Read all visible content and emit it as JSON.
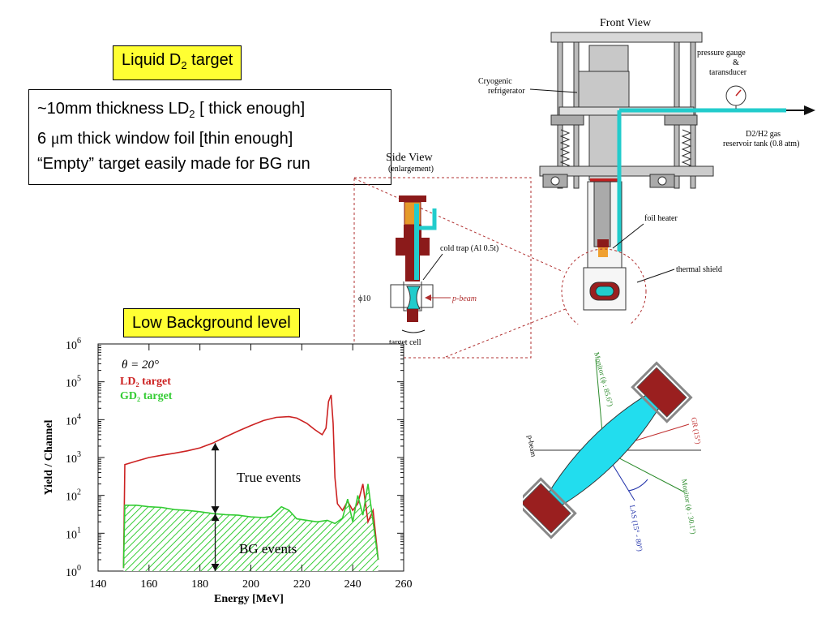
{
  "boxes": {
    "liquid_target": {
      "text": "Liquid D",
      "sub": "2",
      "tail": " target"
    },
    "low_bg": "Low Background level"
  },
  "notes": {
    "line1": {
      "pre": "~10mm thickness LD",
      "sub": "2",
      "post": " [ thick enough]"
    },
    "line2": {
      "pre": "6 ",
      "mu": "μ",
      "post": "m thick window foil  [thin enough]"
    },
    "line3": "“Empty” target easily made for BG run"
  },
  "front_view": {
    "title": "Front View",
    "labels": {
      "cryogenic": "Cryogenic",
      "refrigerator": "refrigerator",
      "pressure_gauge": "pressure gauge",
      "amp": "&",
      "transducer": "taransducer",
      "gas": "D2/H2 gas",
      "reservoir": "reservoir tank (0.8 atm)",
      "foil_heater": "foil heater",
      "thermal_shield": "thermal shield"
    }
  },
  "side_view": {
    "title": "Side View",
    "subtitle": "(enlargement)",
    "cold_trap": "cold trap (Al 0.5t)",
    "phi10": "ϕ10",
    "pbeam": "p-beam",
    "target_cell": "target cell"
  },
  "geometry_labels": {
    "monitor_top": "Monitor (ϕ : 85.6°)",
    "gr": "GR (15°)",
    "pbeam": "p-beam",
    "las": "LAS (15° - 80°)",
    "monitor_right": "Monitor (ϕ : 30.1°)"
  },
  "chart_data": {
    "type": "line",
    "scale_y": "log",
    "xlabel": "Energy [MeV]",
    "ylabel": "Yield / Channel",
    "xlim": [
      140,
      260
    ],
    "ylim": [
      1,
      1000000
    ],
    "x_ticks": [
      "140",
      "160",
      "180",
      "200",
      "220",
      "240",
      "260"
    ],
    "y_ticks": [
      {
        "base": "10",
        "exp": "0"
      },
      {
        "base": "10",
        "exp": "1"
      },
      {
        "base": "10",
        "exp": "2"
      },
      {
        "base": "10",
        "exp": "3"
      },
      {
        "base": "10",
        "exp": "4"
      },
      {
        "base": "10",
        "exp": "5"
      },
      {
        "base": "10",
        "exp": "6"
      }
    ],
    "annotation_theta": "θ = 20°",
    "series": [
      {
        "name": "LD₂ target",
        "color": "#cc2222",
        "x": [
          150,
          150.5,
          155,
          160,
          165,
          170,
          175,
          180,
          185,
          190,
          195,
          200,
          205,
          210,
          215,
          218,
          222,
          225,
          228,
          229.5,
          230.5,
          231.5,
          232.3,
          233,
          234,
          236,
          238,
          240,
          242,
          244,
          246,
          248,
          250
        ],
        "y": [
          1.2,
          650,
          800,
          1000,
          1150,
          1300,
          1500,
          1800,
          2400,
          3500,
          5000,
          7000,
          9500,
          11500,
          12000,
          11000,
          8000,
          5500,
          4000,
          6000,
          30000,
          45000,
          8000,
          300,
          60,
          40,
          70,
          40,
          60,
          200,
          20,
          40,
          2
        ]
      },
      {
        "name": "GD₂ target",
        "color": "#33cc33",
        "x": [
          150,
          150.5,
          155,
          160,
          165,
          170,
          175,
          180,
          185,
          190,
          195,
          200,
          205,
          208,
          212,
          215,
          218,
          222,
          226,
          230,
          233,
          236,
          238,
          240,
          242,
          244,
          246,
          248,
          250
        ],
        "y": [
          1.2,
          55,
          55,
          50,
          48,
          42,
          40,
          37,
          33,
          31,
          30,
          27,
          26,
          28,
          50,
          40,
          24,
          22,
          20,
          22,
          18,
          25,
          80,
          20,
          100,
          30,
          200,
          20,
          2
        ]
      }
    ],
    "annotations": [
      "True events",
      "BG events"
    ]
  }
}
